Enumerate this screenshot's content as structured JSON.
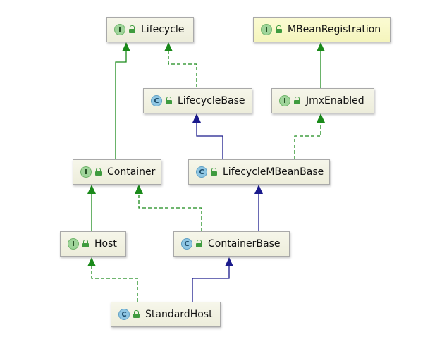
{
  "diagram": {
    "nodes": {
      "lifecycle": {
        "name": "Lifecycle",
        "kind": "I",
        "icon": "interface-icon"
      },
      "mbeanregistration": {
        "name": "MBeanRegistration",
        "kind": "I",
        "icon": "interface-icon"
      },
      "lifecyclebase": {
        "name": "LifecycleBase",
        "kind": "C",
        "icon": "class-icon"
      },
      "jmxenabled": {
        "name": "JmxEnabled",
        "kind": "I",
        "icon": "interface-icon"
      },
      "container": {
        "name": "Container",
        "kind": "I",
        "icon": "interface-icon"
      },
      "lifecyclembeanbase": {
        "name": "LifecycleMBeanBase",
        "kind": "C",
        "icon": "class-icon"
      },
      "host": {
        "name": "Host",
        "kind": "I",
        "icon": "interface-icon"
      },
      "containerbase": {
        "name": "ContainerBase",
        "kind": "C",
        "icon": "class-icon"
      },
      "standardhost": {
        "name": "StandardHost",
        "kind": "C",
        "icon": "class-icon"
      }
    },
    "edges": [
      {
        "from": "container",
        "to": "lifecycle",
        "type": "extends"
      },
      {
        "from": "lifecyclebase",
        "to": "lifecycle",
        "type": "implements"
      },
      {
        "from": "jmxenabled",
        "to": "mbeanregistration",
        "type": "extends"
      },
      {
        "from": "lifecyclembeanbase",
        "to": "lifecyclebase",
        "type": "class-extends"
      },
      {
        "from": "lifecyclembeanbase",
        "to": "jmxenabled",
        "type": "implements"
      },
      {
        "from": "host",
        "to": "container",
        "type": "extends"
      },
      {
        "from": "containerbase",
        "to": "container",
        "type": "implements"
      },
      {
        "from": "containerbase",
        "to": "lifecyclembeanbase",
        "type": "class-extends"
      },
      {
        "from": "standardhost",
        "to": "host",
        "type": "implements"
      },
      {
        "from": "standardhost",
        "to": "containerbase",
        "type": "class-extends"
      }
    ],
    "colors": {
      "interface_arrow": "#1a8a1a",
      "class_arrow": "#1a1a8c",
      "node_border": "#a9a9a9",
      "node_fill": "#f2f2e4",
      "highlight_fill": "#f8f8c6"
    }
  }
}
